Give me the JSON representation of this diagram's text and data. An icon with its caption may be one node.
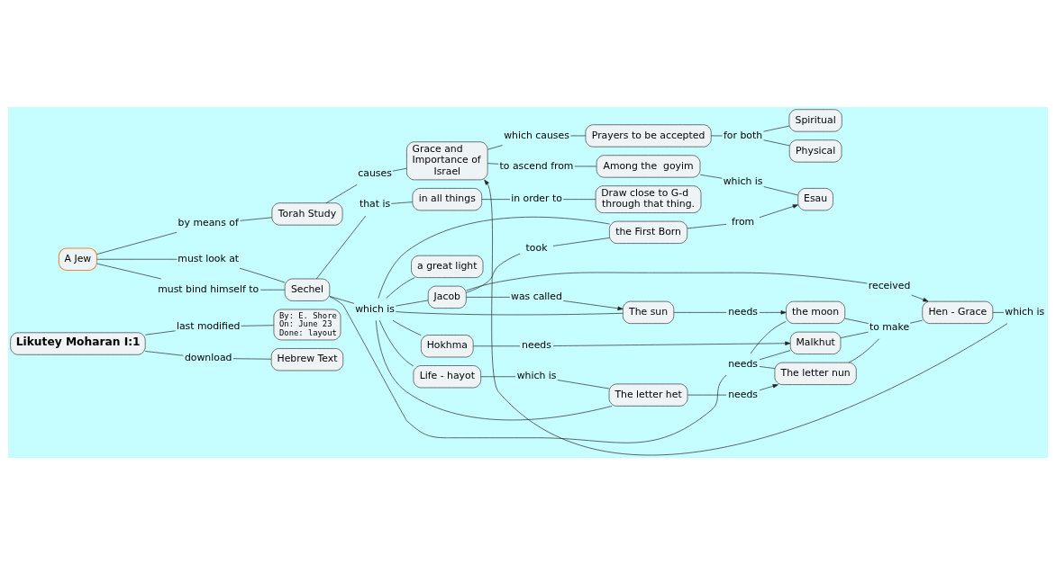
{
  "diagram": {
    "nodes": [
      {
        "text": [
          "Likutey Moharan I:1"
        ]
      },
      {
        "text": [
          "By: E. Shore On: June 23 Done: layout"
        ]
      },
      {
        "text": [
          "Hebrew Text"
        ]
      },
      {
        "text": [
          "A Jew"
        ]
      },
      {
        "text": [
          "Torah Study"
        ]
      },
      {
        "text": [
          "Grace and Importance of Israel"
        ]
      },
      {
        "text": [
          "Prayers to be accepted"
        ]
      },
      {
        "text": [
          "Spiritual"
        ]
      },
      {
        "text": [
          "Physical"
        ]
      },
      {
        "text": [
          "Among the  goyim"
        ]
      },
      {
        "text": [
          "Esau"
        ]
      },
      {
        "text": [
          "Sechel"
        ]
      },
      {
        "text": [
          "in all things"
        ]
      },
      {
        "text": [
          "Draw close to G-d through that thing."
        ]
      },
      {
        "text": [
          "a great light"
        ]
      },
      {
        "text": [
          "Life - hayot"
        ]
      },
      {
        "text": [
          "The letter het"
        ]
      },
      {
        "text": [
          "The letter nun"
        ]
      },
      {
        "text": [
          "Hokhma"
        ]
      },
      {
        "text": [
          "Malkhut"
        ]
      },
      {
        "text": [
          "The sun"
        ]
      },
      {
        "text": [
          "the moon"
        ]
      },
      {
        "text": [
          "Jacob"
        ]
      },
      {
        "text": [
          "Hen - Grace"
        ]
      },
      {
        "text": [
          "the First Born"
        ]
      },
      {
        "text": [
          "last modified"
        ]
      },
      {
        "text": [
          "download"
        ]
      },
      {
        "text": [
          "by means of"
        ]
      },
      {
        "text": [
          "causes"
        ]
      },
      {
        "text": [
          "which causes"
        ]
      },
      {
        "text": [
          "for both"
        ]
      },
      {
        "text": [
          "to ascend from"
        ]
      },
      {
        "text": [
          "which is"
        ]
      },
      {
        "text": [
          "must look at"
        ]
      },
      {
        "text": [
          "must bind himself to"
        ]
      },
      {
        "text": [
          "that is"
        ]
      },
      {
        "text": [
          "in order to"
        ]
      },
      {
        "text": [
          "needs"
        ]
      },
      {
        "text": [
          "which is"
        ]
      },
      {
        "text": [
          "which is"
        ]
      },
      {
        "text": [
          "needs"
        ]
      },
      {
        "text": [
          "needs"
        ]
      },
      {
        "text": [
          "needs"
        ]
      },
      {
        "text": [
          "to make"
        ]
      },
      {
        "text": [
          "which is"
        ]
      },
      {
        "text": [
          "was called"
        ]
      },
      {
        "text": [
          "took"
        ]
      },
      {
        "text": [
          "received"
        ]
      },
      {
        "text": [
          "from"
        ]
      }
    ],
    "edges": [
      {
        "from": 0,
        "to": 25,
        "arrow": "none"
      },
      {
        "from": 25,
        "to": 1,
        "arrow": "none"
      },
      {
        "from": 0,
        "to": 26,
        "arrow": "none"
      },
      {
        "from": 26,
        "to": 2,
        "arrow": "none"
      },
      {
        "from": 3,
        "to": 27,
        "arrow": "none"
      },
      {
        "from": 27,
        "to": 4,
        "arrow": "none"
      },
      {
        "from": 4,
        "to": 28,
        "arrow": "none"
      },
      {
        "from": 28,
        "to": 5,
        "arrow": "none"
      },
      {
        "from": 5,
        "to": 29,
        "arrow": "none"
      },
      {
        "from": 29,
        "to": 6,
        "arrow": "none"
      },
      {
        "from": 6,
        "to": 30,
        "arrow": "none"
      },
      {
        "from": 30,
        "to": 7,
        "arrow": "none"
      },
      {
        "from": 30,
        "to": 8,
        "arrow": "none"
      },
      {
        "from": 5,
        "to": 31,
        "arrow": "none"
      },
      {
        "from": 31,
        "to": 9,
        "arrow": "none"
      },
      {
        "from": 9,
        "to": 32,
        "arrow": "none"
      },
      {
        "from": 32,
        "to": 10,
        "arrow": "none"
      },
      {
        "from": 3,
        "to": 33,
        "arrow": "none"
      },
      {
        "from": 33,
        "to": 11,
        "arrow": "none"
      },
      {
        "from": 3,
        "to": 34,
        "arrow": "none"
      },
      {
        "from": 34,
        "to": 11,
        "arrow": "none"
      },
      {
        "from": 11,
        "to": 35,
        "arrow": "none"
      },
      {
        "from": 35,
        "to": 12,
        "arrow": "none"
      },
      {
        "from": 12,
        "to": 36,
        "arrow": "none"
      },
      {
        "from": 36,
        "to": 13,
        "arrow": "none"
      },
      {
        "from": 11,
        "to": 37,
        "arrow": "none"
      },
      {
        "from": 37,
        "to": 17,
        "arrow": "none"
      },
      {
        "from": 37,
        "to": 19,
        "arrow": "none"
      },
      {
        "from": 37,
        "to": 21,
        "arrow": "none"
      },
      {
        "from": 11,
        "to": 38,
        "arrow": "none"
      },
      {
        "from": 38,
        "to": 14,
        "arrow": "none"
      },
      {
        "from": 38,
        "to": 15,
        "arrow": "none"
      },
      {
        "from": 38,
        "to": 16,
        "arrow": "none"
      },
      {
        "from": 38,
        "to": 18,
        "arrow": "none"
      },
      {
        "from": 38,
        "to": 20,
        "arrow": "none"
      },
      {
        "from": 38,
        "to": 22,
        "arrow": "none"
      },
      {
        "from": 38,
        "to": 24,
        "arrow": "none"
      },
      {
        "from": 15,
        "to": 39,
        "arrow": "none"
      },
      {
        "from": 39,
        "to": 16,
        "arrow": "none"
      },
      {
        "from": 16,
        "to": 40,
        "arrow": "none"
      },
      {
        "from": 40,
        "to": 17,
        "arrow": "to"
      },
      {
        "from": 18,
        "to": 41,
        "arrow": "none"
      },
      {
        "from": 41,
        "to": 19,
        "arrow": "to"
      },
      {
        "from": 20,
        "to": 42,
        "arrow": "none"
      },
      {
        "from": 42,
        "to": 21,
        "arrow": "to"
      },
      {
        "from": 17,
        "to": 43,
        "arrow": "none"
      },
      {
        "from": 19,
        "to": 43,
        "arrow": "none"
      },
      {
        "from": 21,
        "to": 43,
        "arrow": "none"
      },
      {
        "from": 43,
        "to": 23,
        "arrow": "none"
      },
      {
        "from": 23,
        "to": 44,
        "arrow": "none"
      },
      {
        "from": 44,
        "to": 5,
        "arrow": "to"
      },
      {
        "from": 22,
        "to": 45,
        "arrow": "none"
      },
      {
        "from": 45,
        "to": 20,
        "arrow": "to"
      },
      {
        "from": 22,
        "to": 46,
        "arrow": "none"
      },
      {
        "from": 46,
        "to": 24,
        "arrow": "none"
      },
      {
        "from": 22,
        "to": 47,
        "arrow": "none"
      },
      {
        "from": 47,
        "to": 23,
        "arrow": "to"
      },
      {
        "from": 24,
        "to": 48,
        "arrow": "none"
      },
      {
        "from": 48,
        "to": 10,
        "arrow": "to"
      }
    ]
  }
}
